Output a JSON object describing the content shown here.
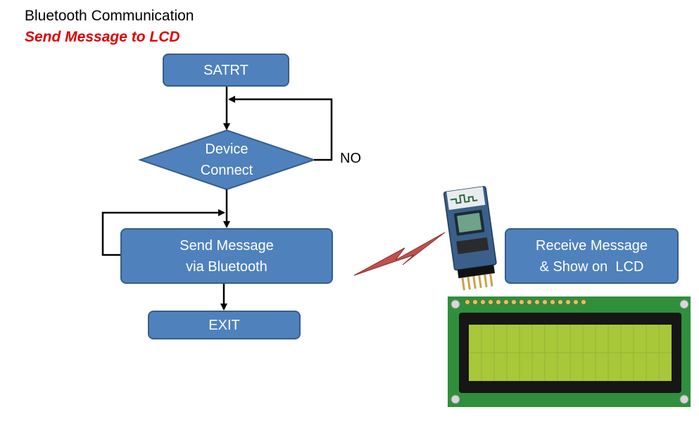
{
  "header": {
    "title": "Bluetooth Communication",
    "subtitle": "Send Message to LCD"
  },
  "flowchart": {
    "start_label": "SATRT",
    "decision_line1": "Device",
    "decision_line2": "Connect",
    "no_label": "NO",
    "send_line1": "Send Message",
    "send_line2": "via Bluetooth",
    "exit_label": "EXIT"
  },
  "receiver": {
    "line1": "Receive Message",
    "line2": "& Show on  LCD"
  },
  "images": {
    "bluetooth_module": "bluetooth-module-icon",
    "lcd_display": "lcd-16x2-icon",
    "signal": "lightning-bolt-icon"
  },
  "colors": {
    "box_fill": "#4f81bd",
    "box_border": "#385d8a",
    "subtitle": "#e00000",
    "bolt": "#c0504d",
    "lcd_board": "#2f8f3c",
    "lcd_screen": "#a8c83a"
  }
}
